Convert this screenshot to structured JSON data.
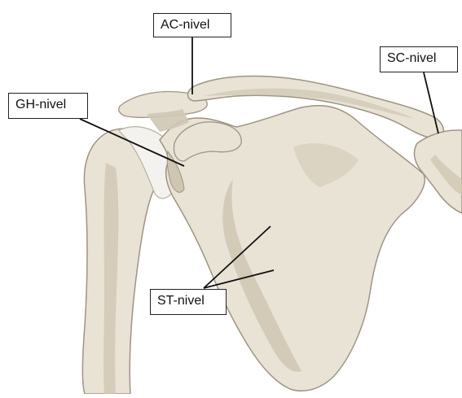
{
  "labels": {
    "ac": "AC-nivel",
    "sc": "SC-nivel",
    "gh": "GH-nivel",
    "st": "ST-nivel"
  },
  "colors": {
    "bone": "#e9e3d6",
    "bone_shadow": "#cfc6b2",
    "bone_deep": "#bcb29b",
    "outline": "#9d9482",
    "cartilage": "#f4f2ee",
    "leader": "#111111"
  }
}
